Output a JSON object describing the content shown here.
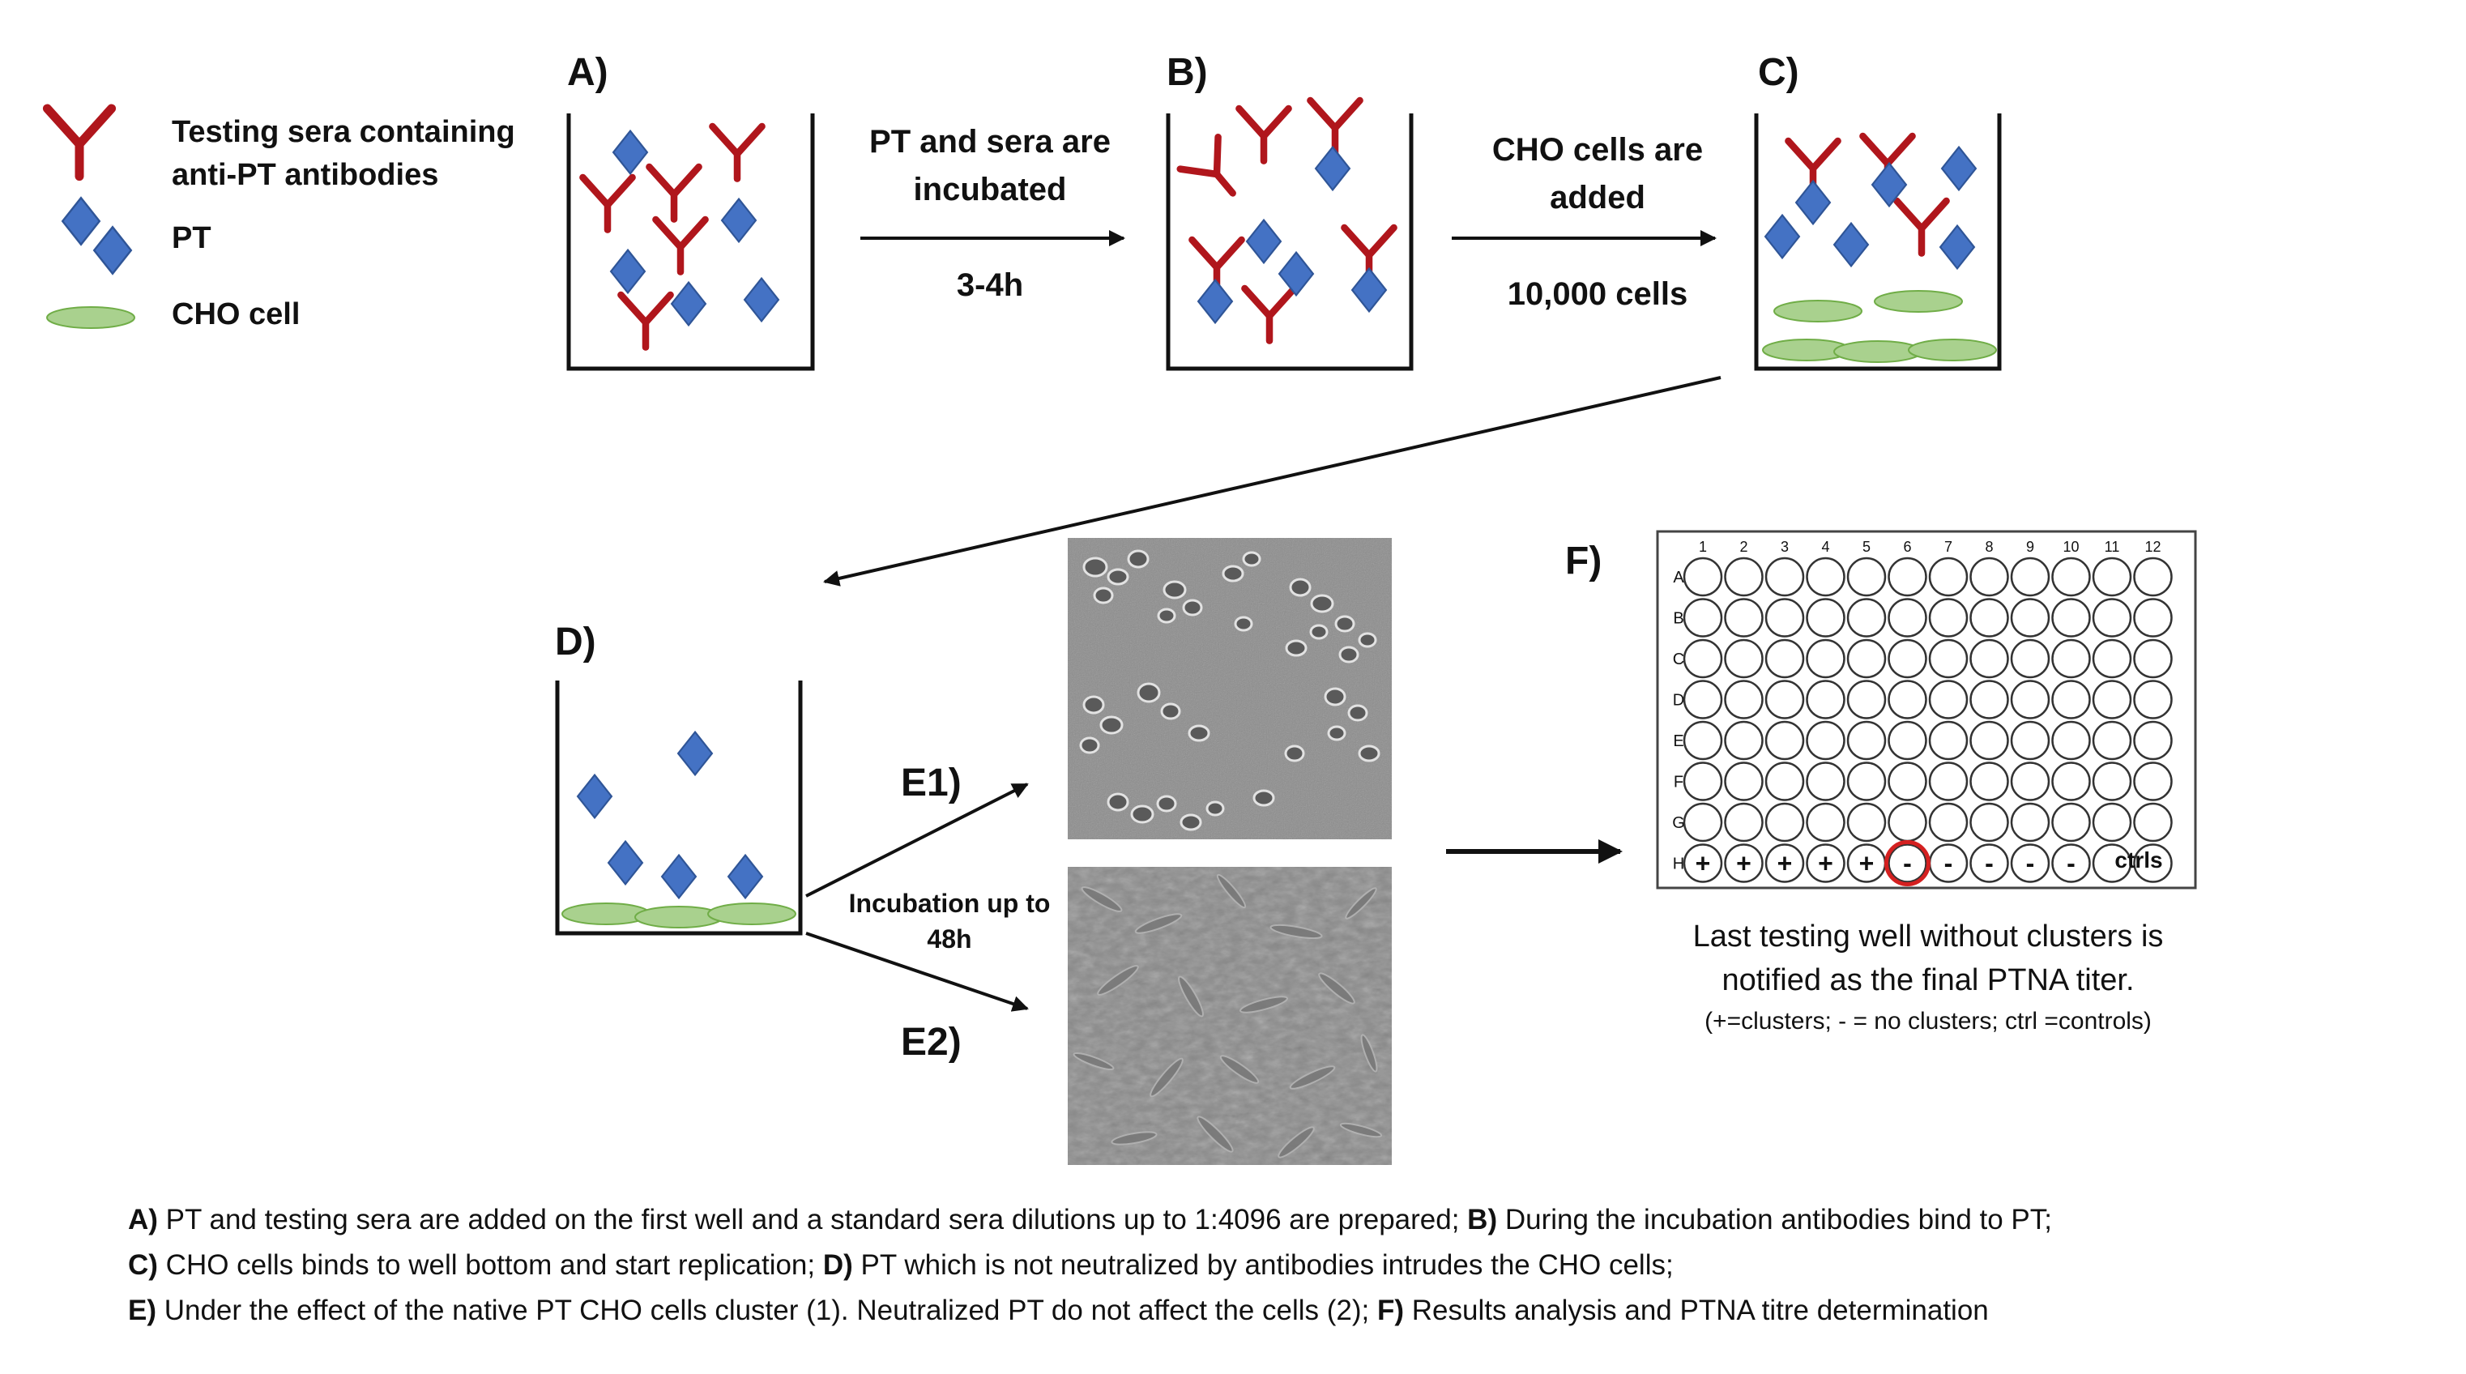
{
  "legend": {
    "antibody_label_line1": "Testing sera containing",
    "antibody_label_line2": "anti-PT antibodies",
    "pt_label": "PT",
    "cho_label": "CHO cell"
  },
  "panels": {
    "a": "A)",
    "b": "B)",
    "c": "C)",
    "d": "D)",
    "e1": "E1)",
    "e2": "E2)",
    "f": "F)"
  },
  "arrows": {
    "ab_top_line1": "PT and sera are",
    "ab_top_line2": "incubated",
    "ab_bottom": "3-4h",
    "bc_top_line1": "CHO cells are",
    "bc_top_line2": "added",
    "bc_bottom": "10,000 cells",
    "e_line1": "Incubation up to",
    "e_line2": "48h"
  },
  "plate": {
    "columns": [
      "1",
      "2",
      "3",
      "4",
      "5",
      "6",
      "7",
      "8",
      "9",
      "10",
      "11",
      "12"
    ],
    "rows": [
      "A",
      "B",
      "C",
      "D",
      "E",
      "F",
      "G",
      "H"
    ],
    "row_h_marks": [
      "+",
      "+",
      "+",
      "+",
      "+",
      "-",
      "-",
      "-",
      "-",
      "-"
    ],
    "ctrl_label": "ctrls",
    "highlighted_column": "6",
    "highlight_color": "#d42020"
  },
  "plate_note": {
    "line1": "Last testing well without clusters is",
    "line2": "notified as the final PTNA titer.",
    "line3": "(+=clusters; - = no clusters; ctrl =controls)"
  },
  "caption": [
    [
      {
        "b": "A)",
        "t": " PT and testing sera are added on the first well and a standard sera dilutions up to 1:4096 are prepared; "
      },
      {
        "b": "B)",
        "t": " During the incubation antibodies bind to PT;"
      }
    ],
    [
      {
        "b": "C)",
        "t": " CHO cells binds to well bottom and start replication; "
      },
      {
        "b": "D)",
        "t": " PT which is not neutralized by antibodies intrudes the CHO cells;"
      }
    ],
    [
      {
        "b": "E)",
        "t": " Under the effect of the native PT CHO cells cluster (1). Neutralized PT do not affect the cells (2); "
      },
      {
        "b": "F)",
        "t": " Results analysis and PTNA titre determination"
      }
    ]
  ],
  "colors": {
    "antibody": "#b0161c",
    "pt": "#4472c4",
    "pt_stroke": "#2f5597",
    "cho_fill": "#a9d18e",
    "cho_stroke": "#70ad47",
    "micrograph_bg": "#8c8c8c"
  }
}
